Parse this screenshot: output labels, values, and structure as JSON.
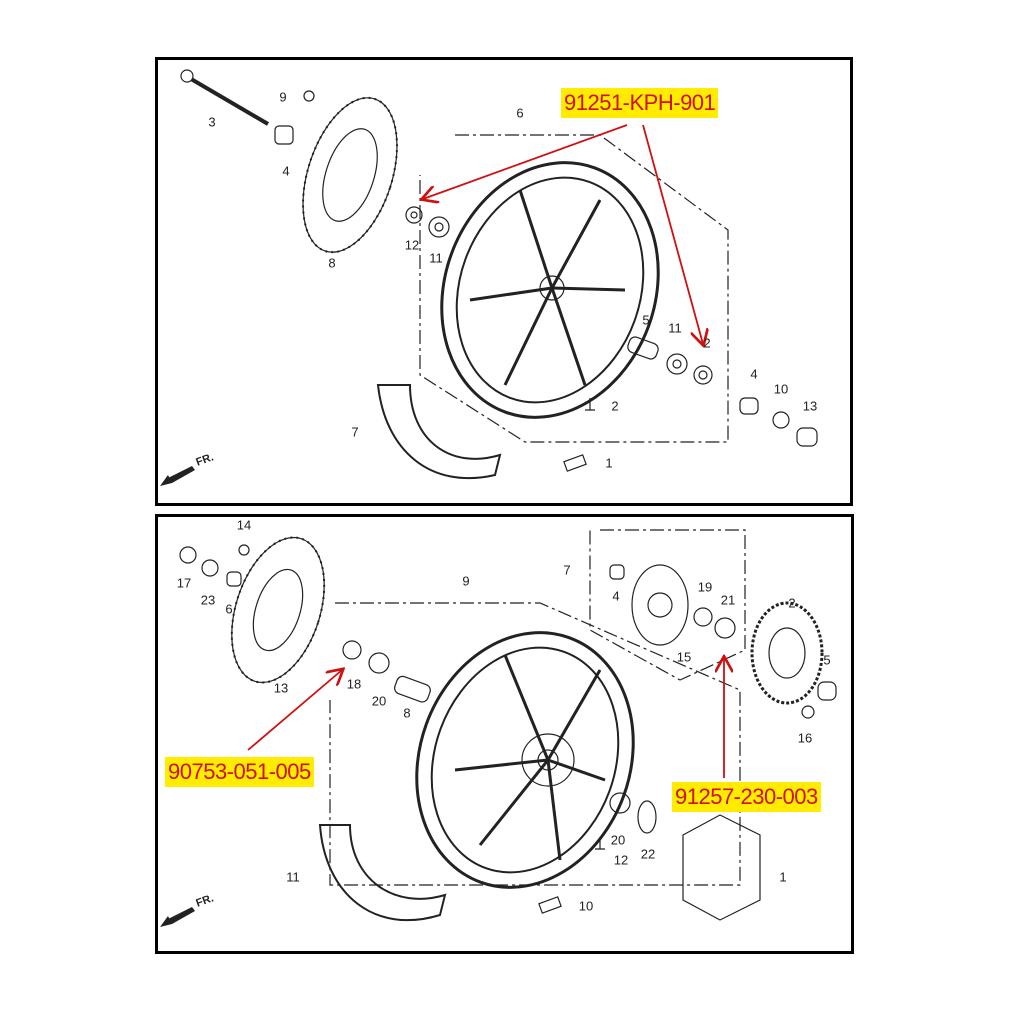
{
  "front_wheel": {
    "part_number_callout": "91251-KPH-901",
    "direction_label": "FR.",
    "callouts": [
      "9",
      "3",
      "4",
      "8",
      "6",
      "12",
      "11",
      "5",
      "11",
      "2",
      "2",
      "4",
      "10",
      "13",
      "7",
      "1"
    ]
  },
  "rear_wheel": {
    "part_number_callouts": [
      "90753-051-005",
      "91257-230-003"
    ],
    "direction_label": "FR.",
    "callouts": [
      "14",
      "17",
      "23",
      "6",
      "13",
      "9",
      "7",
      "4",
      "19",
      "21",
      "2",
      "15",
      "18",
      "20",
      "8",
      "5",
      "16",
      "20",
      "22",
      "12",
      "11",
      "1",
      "10"
    ]
  },
  "colors": {
    "highlight": "#ffec00",
    "arrow": "#d01010",
    "line": "#222222"
  }
}
